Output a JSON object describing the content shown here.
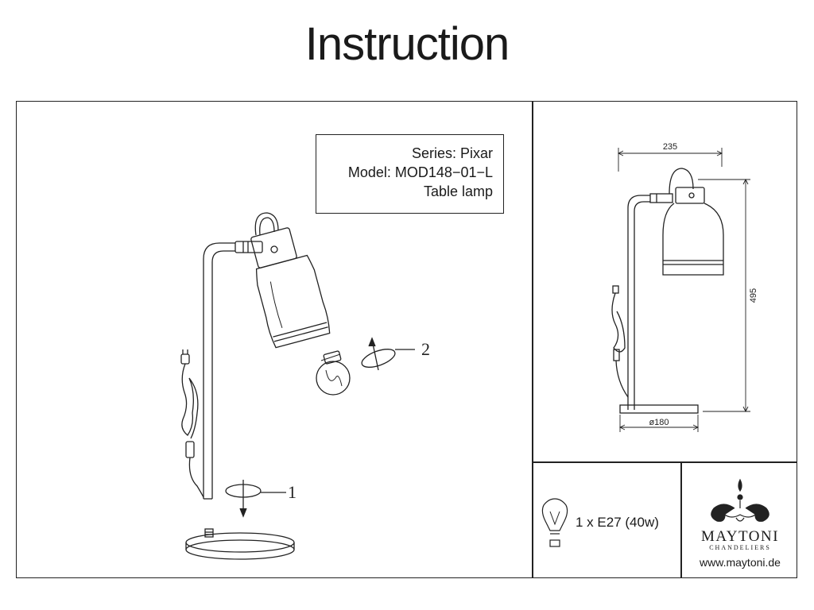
{
  "title": "Instruction",
  "info": {
    "series": "Series: Pixar",
    "model": "Model: MOD148−01−L",
    "type": "Table lamp"
  },
  "steps": {
    "step1": "1",
    "step2": "2"
  },
  "dimensions": {
    "width": "235",
    "height": "495",
    "base_diameter": "ø180"
  },
  "bulb": {
    "spec": "1 x E27 (40w)"
  },
  "brand": {
    "name": "MAYTONI",
    "sub": "CHANDELIERS",
    "website": "www.maytoni.de"
  }
}
